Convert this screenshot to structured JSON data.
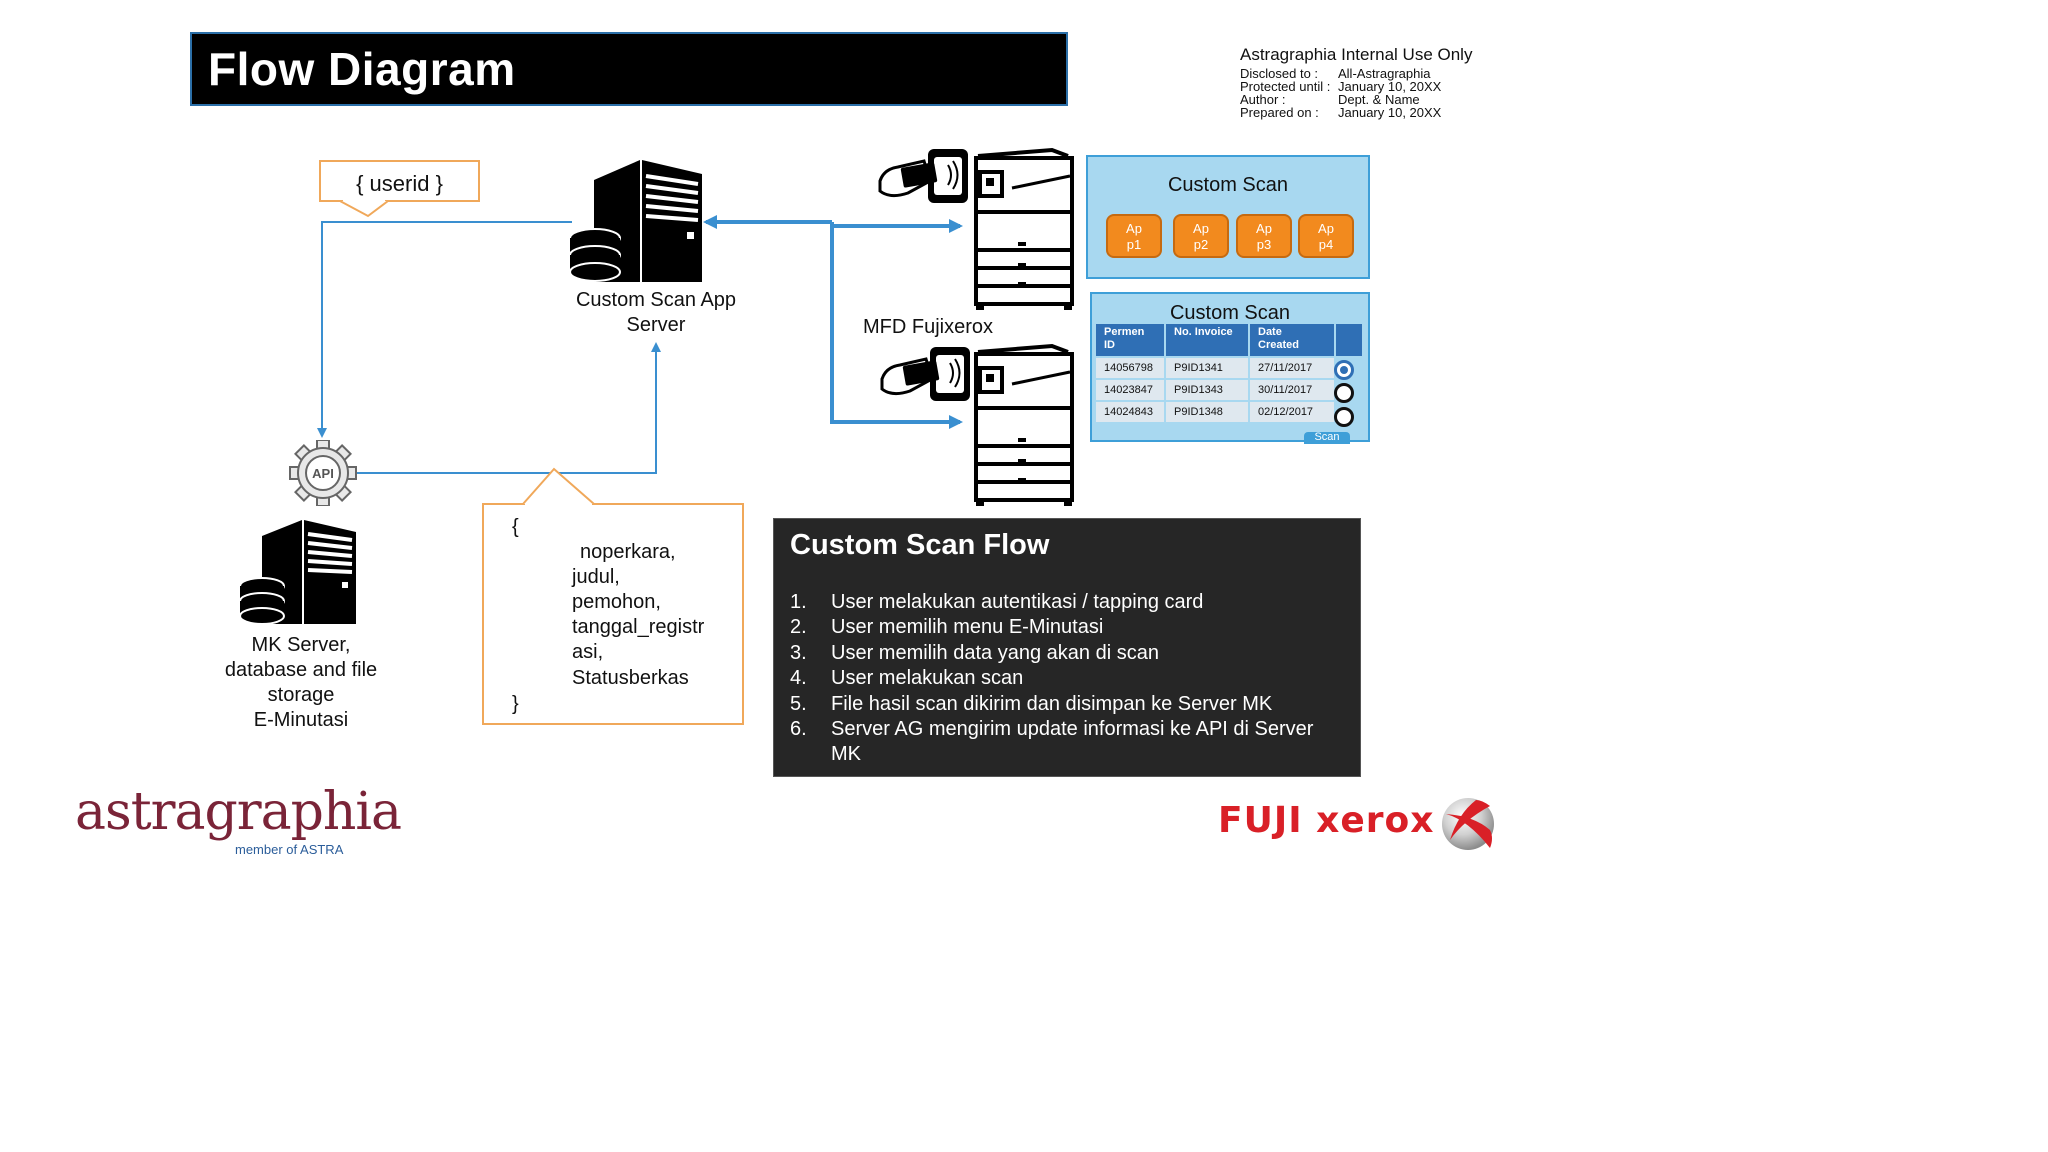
{
  "header": {
    "title": "Flow Diagram"
  },
  "meta": {
    "heading": "Astragraphia Internal Use Only",
    "rows": [
      {
        "key": "Disclosed to :",
        "value": "All-Astragraphia"
      },
      {
        "key": "Protected until :",
        "value": "January 10, 20XX"
      },
      {
        "key": "Author :",
        "value": "Dept. & Name"
      },
      {
        "key": "Prepared on :",
        "value": "January 10, 20XX"
      }
    ]
  },
  "diagram": {
    "userid_label": "{ userid }",
    "app_server_label": [
      "Custom Scan App",
      "Server"
    ],
    "api_label": "API",
    "mk_server_label": [
      "MK Server,",
      "database and file",
      "storage",
      "E-Minutasi"
    ],
    "mfd_label": "MFD Fujixerox",
    "payload": {
      "open": "{",
      "lines": [
        "noperkara,",
        "judul,",
        "pemohon,",
        "tanggal_registr",
        "asi,",
        "Statusberkas"
      ],
      "close": "}"
    }
  },
  "scan_panel_apps": {
    "title": "Custom Scan",
    "buttons": [
      {
        "l1": "Ap",
        "l2": "p1"
      },
      {
        "l1": "Ap",
        "l2": "p2"
      },
      {
        "l1": "Ap",
        "l2": "p3"
      },
      {
        "l1": "Ap",
        "l2": "p4"
      }
    ]
  },
  "scan_panel_table": {
    "title": "Custom Scan",
    "columns": [
      [
        "Permen",
        "ID"
      ],
      [
        "No. Invoice",
        ""
      ],
      [
        "Date",
        "Created"
      ]
    ],
    "rows": [
      {
        "id": "14056798",
        "invoice": "P9ID1341",
        "date": "27/11/2017",
        "selected": true
      },
      {
        "id": "14023847",
        "invoice": "P9ID1343",
        "date": "30/11/2017",
        "selected": false
      },
      {
        "id": "14024843",
        "invoice": "P9ID1348",
        "date": "02/12/2017",
        "selected": false
      }
    ],
    "scan_button": "Scan"
  },
  "flow": {
    "title": "Custom Scan Flow",
    "steps": [
      {
        "n": "1.",
        "text": "User melakukan autentikasi / tapping card"
      },
      {
        "n": "2.",
        "text": "User memilih menu E-Minutasi"
      },
      {
        "n": "3.",
        "text": "User memilih data yang akan di scan"
      },
      {
        "n": "4.",
        "text": "User melakukan scan"
      },
      {
        "n": "5.",
        "text": "File hasil scan dikirim dan disimpan ke Server MK"
      },
      {
        "n": "6.",
        "text": "Server AG mengirim update informasi ke API di Server MK"
      }
    ]
  },
  "logos": {
    "astragraphia": "astragraphia",
    "astragraphia_tagline": "member of ASTRA",
    "fujixerox": "FUJI xerox"
  },
  "colors": {
    "line": "#3a8fd0",
    "callout_border": "#f0a85a",
    "app_button": "#f28a1e",
    "panel": "#a8d8f0",
    "brand_red": "#d92027",
    "astra_maroon": "#7a2438"
  }
}
